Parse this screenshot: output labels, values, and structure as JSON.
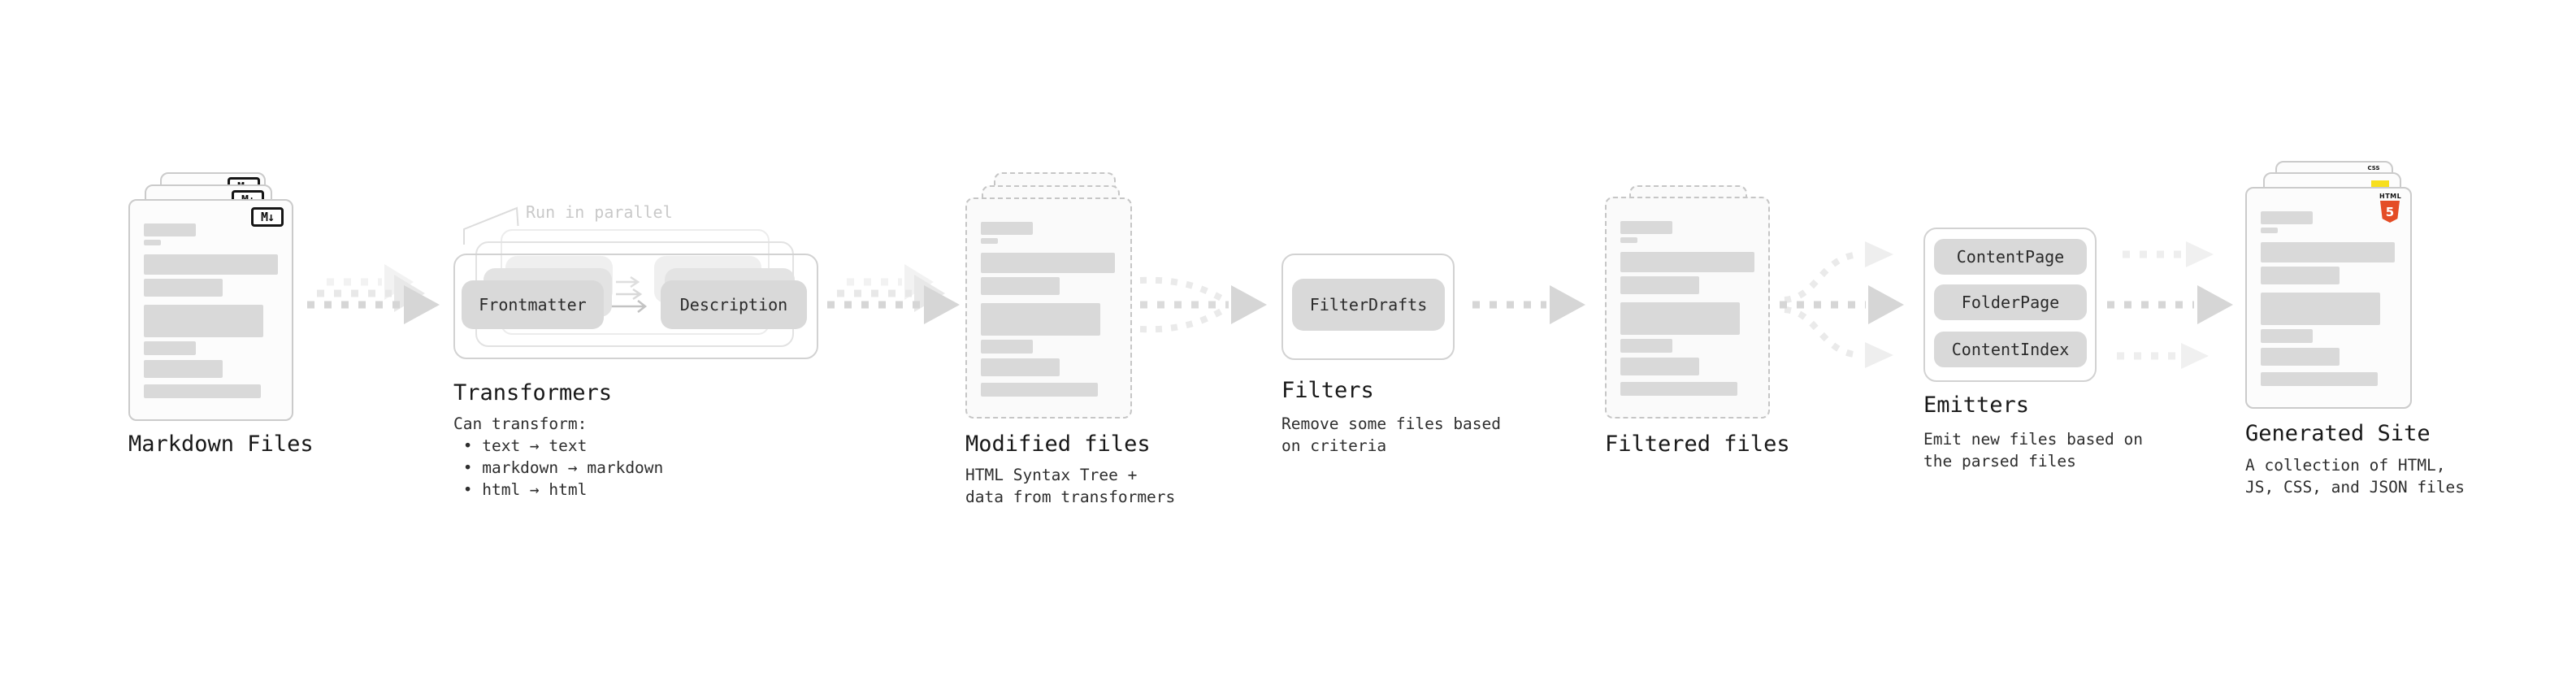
{
  "stages": {
    "markdown": {
      "title": "Markdown Files",
      "file_badge": "M↓"
    },
    "transformers": {
      "annotation": "Run in parallel",
      "frontmatter_label": "Frontmatter",
      "description_label": "Description",
      "title": "Transformers",
      "caption": "Can transform:\n • text → text\n • markdown → markdown\n • html → html"
    },
    "modified_files": {
      "title": "Modified files",
      "caption": "HTML Syntax Tree +\ndata from transformers"
    },
    "filters": {
      "title": "Filters",
      "filter_label": "FilterDrafts",
      "caption": "Remove some files based\non criteria"
    },
    "filtered_files": {
      "title": "Filtered files"
    },
    "emitters": {
      "title": "Emitters",
      "emitter_labels": [
        "ContentPage",
        "FolderPage",
        "ContentIndex"
      ],
      "caption": "Emit new files based on\nthe parsed files"
    },
    "generated_site": {
      "title": "Generated Site",
      "caption": "A collection of HTML,\nJS, CSS, and JSON files",
      "css_badge": "CSS",
      "html5_badge_top": "HTML",
      "html5_badge_number": "5"
    }
  },
  "colors": {
    "background": "#ffffff",
    "doc_border": "#cbcbcb",
    "doc_border_dashed": "#c6c6c6",
    "placeholder_bar": "#d9d9d9",
    "node_fill": "#d9d9d9",
    "outline_box_border": "#d2d2d2",
    "arrow_main": "#d6d6d6",
    "arrow_echo": "#e8e8e8",
    "arrow_faint": "#eeeeee",
    "annotation_text": "#c9c9c9",
    "title_text": "#181818",
    "caption_text": "#2e2e2e",
    "html5_orange": "#e44d26",
    "js_yellow": "#f7df1e",
    "css_blue": "#2965f1",
    "markdown_badge_black": "#151515"
  }
}
